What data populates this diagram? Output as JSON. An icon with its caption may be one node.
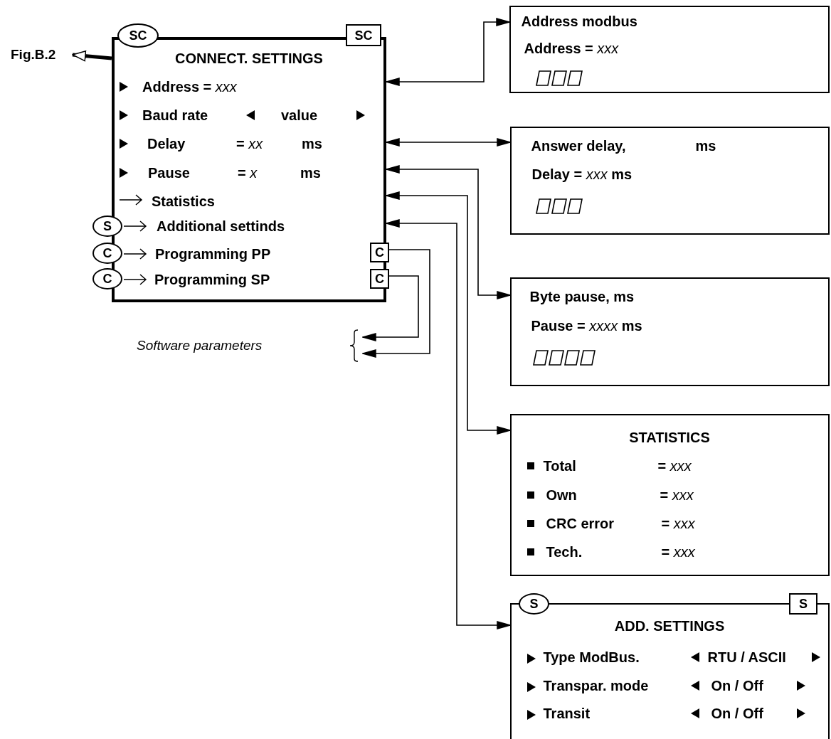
{
  "diagram": {
    "nodes": [
      {
        "text": [
          "CONNECT. SETTINGS",
          "Address = *xxx*",
          "Baud rate",
          "value",
          "Delay",
          "= *xx*",
          "ms",
          "Pause",
          "= *x*",
          "ms",
          "Statistics",
          "Additional settinds",
          "Programming PP",
          "Programming SP"
        ]
      },
      {
        "text": [
          "SC"
        ]
      },
      {
        "text": [
          "SC"
        ]
      },
      {
        "text": [
          "S"
        ]
      },
      {
        "text": [
          "C"
        ]
      },
      {
        "text": [
          "C"
        ]
      },
      {
        "text": [
          "C"
        ],
        "in": 0
      },
      {
        "text": [
          "C"
        ],
        "in": 0
      },
      {
        "text": [
          "Fig.B.2"
        ]
      },
      {
        "text": [
          "Software parameters"
        ]
      },
      {
        "text": [
          "Address modbus",
          "Address = *xxx*"
        ]
      },
      {
        "text": [
          "Answer delay,",
          "ms",
          "Delay = *xxx* ms"
        ]
      },
      {
        "text": [
          "Byte pause, ms",
          "Pause = *xxxx* ms"
        ]
      },
      {
        "text": [
          "STATISTICS",
          "Total",
          "= *xxx*",
          "Own",
          "= *xxx*",
          "CRC error",
          "= *xxx*",
          "Tech.",
          "= *xxx*"
        ]
      },
      {
        "text": [
          "ADD. SETTINGS",
          "Type ModBus.",
          "RTU / ASCII",
          "Transpar. mode",
          "On / Off",
          "Transit",
          "On / Off"
        ]
      },
      {
        "text": [
          "S"
        ]
      },
      {
        "text": [
          "S"
        ]
      }
    ],
    "edges": [
      {
        "from": 0,
        "to": 10,
        "arrow": "both"
      },
      {
        "from": 0,
        "to": 11,
        "arrow": "both"
      },
      {
        "from": 0,
        "to": 12,
        "arrow": "both"
      },
      {
        "from": 0,
        "to": 13,
        "arrow": "both"
      },
      {
        "from": 0,
        "to": 14,
        "arrow": "both"
      },
      {
        "from": 6,
        "to": 9,
        "arrow": "to"
      },
      {
        "from": 7,
        "to": 9,
        "arrow": "to"
      },
      {
        "from": 0,
        "to": 8,
        "arrow": "to",
        "style": "thick"
      }
    ]
  }
}
